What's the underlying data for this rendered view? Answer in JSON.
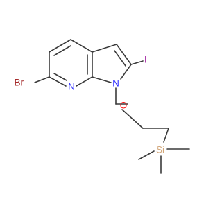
{
  "atoms": {
    "br": {
      "text": "Br",
      "color": "#a52a2a"
    },
    "n_pyridine": {
      "text": "N",
      "color": "#3333ff"
    },
    "n_pyrrole": {
      "text": "N",
      "color": "#3333ff"
    },
    "i": {
      "text": "I",
      "color": "#940094"
    },
    "o": {
      "text": "O",
      "color": "#ff0d0d"
    },
    "si": {
      "text": "Si",
      "color": "#d2a679"
    }
  },
  "colors": {
    "bond": "#3a3a3a",
    "background": "#ffffff"
  }
}
